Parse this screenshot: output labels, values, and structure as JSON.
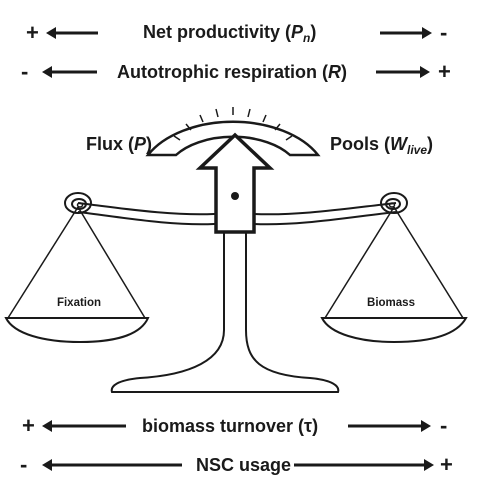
{
  "top": {
    "net_productivity": {
      "left_sign": "+",
      "right_sign": "-",
      "text": "Net productivity (",
      "symbol": "P",
      "subscript": "n",
      "close": ")"
    },
    "autotrophic_respiration": {
      "left_sign": "-",
      "right_sign": "+",
      "text": "Autotrophic respiration (",
      "symbol": "R",
      "close": ")"
    }
  },
  "gauge": {
    "left_label": "Flux (",
    "left_symbol": "P",
    "left_close": ")",
    "right_label": "Pools (",
    "right_symbol": "W",
    "right_subscript": "live",
    "right_close": ")"
  },
  "pans": {
    "left": "Fixation",
    "right": "Biomass"
  },
  "bottom": {
    "biomass_turnover": {
      "left_sign": "+",
      "right_sign": "-",
      "text": "biomass turnover (τ)"
    },
    "nsc_usage": {
      "left_sign": "-",
      "right_sign": "+",
      "text": "NSC usage"
    }
  },
  "colors": {
    "ink": "#1a1a1a",
    "background": "#ffffff"
  }
}
